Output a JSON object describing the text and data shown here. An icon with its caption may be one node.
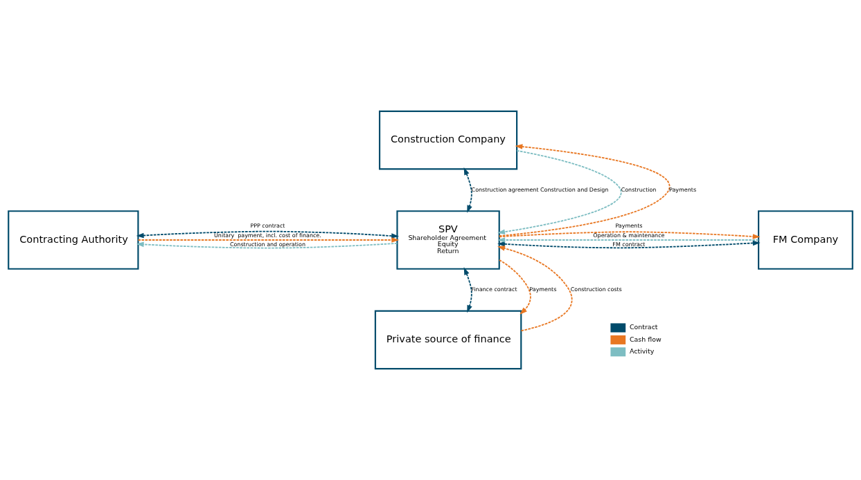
{
  "diagram": {
    "nodes": [
      {
        "text": [
          "Construction Company"
        ]
      },
      {
        "text": [
          "Contracting Authority"
        ]
      },
      {
        "text": [
          "SPV",
          "Shareholder Agreement",
          "Equity",
          "Return"
        ]
      },
      {
        "text": [
          "FM Company"
        ]
      },
      {
        "text": [
          "Private source of finance"
        ]
      }
    ],
    "edges": [
      {
        "from": 0,
        "to": 2,
        "arrow": "both",
        "label": "Construction agreement Construction and Design",
        "style": "dashed",
        "color": "#004b6b"
      },
      {
        "from": 0,
        "to": 2,
        "arrow": "to",
        "label": "Construction",
        "style": "dashed",
        "color": "#7dbdc2"
      },
      {
        "from": 2,
        "to": 0,
        "arrow": "to",
        "label": "Payments",
        "style": "dashed",
        "color": "#e87722"
      },
      {
        "from": 2,
        "to": 1,
        "arrow": "to",
        "label": "Construction and operation",
        "style": "dashed",
        "color": "#7dbdc2"
      },
      {
        "from": 1,
        "to": 2,
        "arrow": "both",
        "label": "PPP contract",
        "style": "dashed",
        "color": "#004b6b"
      },
      {
        "from": 1,
        "to": 2,
        "arrow": "to",
        "label": "Unitary  payment, incl. cost of finance.",
        "style": "dashed",
        "color": "#e87722"
      },
      {
        "from": 3,
        "to": 2,
        "arrow": "to",
        "label": "Operation & maintenance",
        "style": "dashed",
        "color": "#7dbdc2"
      },
      {
        "from": 2,
        "to": 3,
        "arrow": "both",
        "label": "FM contract",
        "style": "dashed",
        "color": "#004b6b"
      },
      {
        "from": 2,
        "to": 3,
        "arrow": "to",
        "label": "Payments",
        "style": "dashed",
        "color": "#e87722"
      },
      {
        "from": 2,
        "to": 4,
        "arrow": "both",
        "label": "Finance contract",
        "style": "dashed",
        "color": "#004b6b"
      },
      {
        "from": 2,
        "to": 4,
        "arrow": "to",
        "label": "Payments",
        "style": "dashed",
        "color": "#e87722"
      },
      {
        "from": 4,
        "to": 2,
        "arrow": "to",
        "label": "Construction costs",
        "style": "dashed",
        "color": "#e87722"
      }
    ],
    "legend": [
      {
        "text": "Contract",
        "color": "#004b6b"
      },
      {
        "text": "Cash flow",
        "color": "#e87722"
      },
      {
        "text": "Activity",
        "color": "#7dbdc2"
      }
    ]
  }
}
